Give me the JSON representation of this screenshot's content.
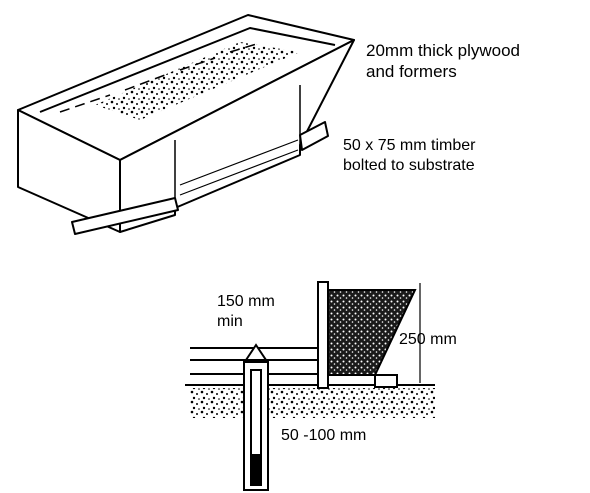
{
  "labels": {
    "plywood_line1": "20mm thick plywood",
    "plywood_line2": "and formers",
    "timber_line1": "50 x 75 mm timber",
    "timber_line2": "bolted to substrate",
    "min_line1": "150 mm",
    "min_line2": "min",
    "height": "250 mm",
    "depth": "50 -100 mm"
  },
  "colors": {
    "ink": "#000000",
    "paper": "#ffffff"
  }
}
